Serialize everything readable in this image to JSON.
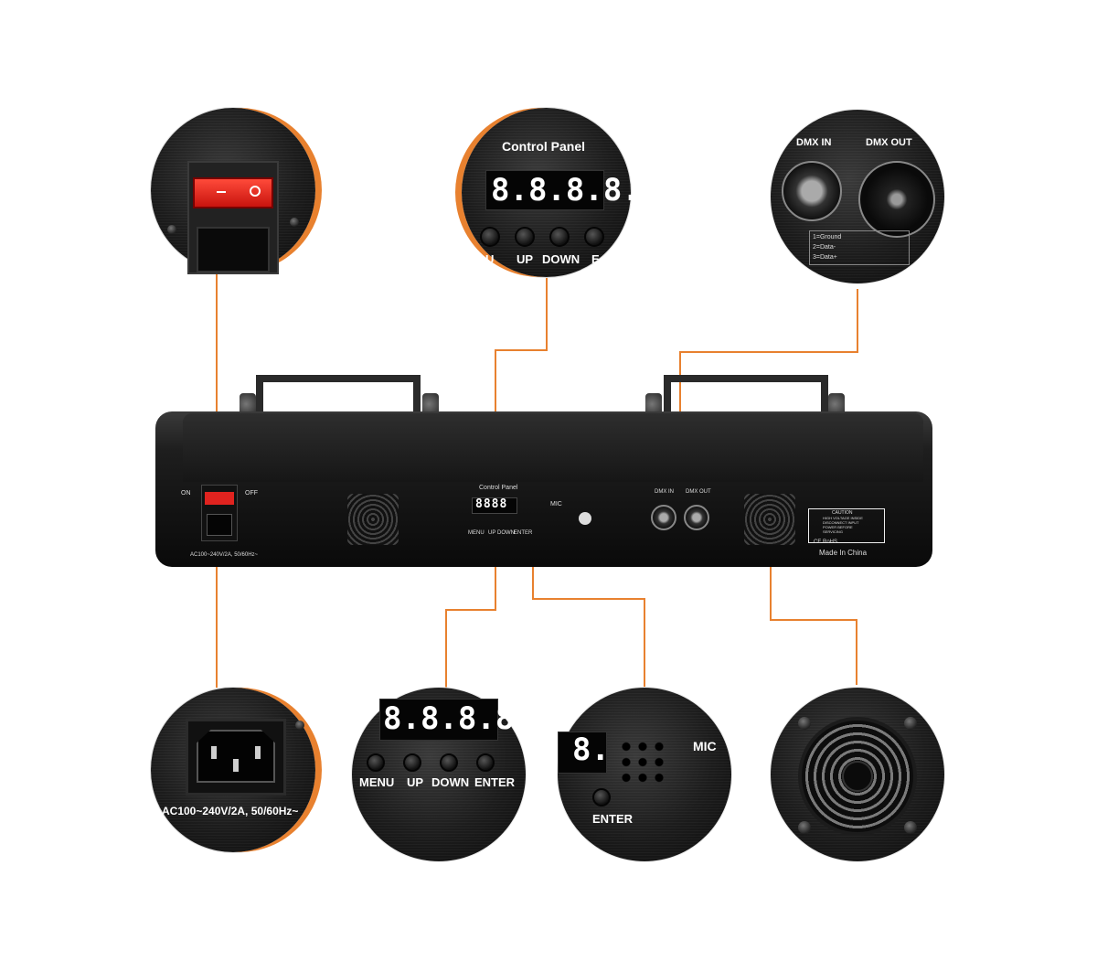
{
  "callouts": {
    "control_panel_title": "Control Panel",
    "display_digits": "8.8.8.8.",
    "panel_buttons_top": [
      "U",
      "UP",
      "DOWN",
      "E"
    ],
    "dmx_in": "DMX IN",
    "dmx_out": "DMX OUT",
    "dmx_wiring": [
      "1=Ground",
      "2=Data-",
      "3=Data+"
    ],
    "power_label": "AC100~240V/2A, 50/60Hz~",
    "buttons_bottom": [
      "MENU",
      "UP",
      "DOWN",
      "ENTER"
    ],
    "mic_label": "MIC",
    "mic_enter": "ENTER",
    "mic_digits": "8."
  },
  "device": {
    "on_label": "ON",
    "off_label": "OFF",
    "power_text": "AC100~240V/2A, 50/60Hz~",
    "control_panel_label": "Control Panel",
    "display": "8888",
    "buttons": [
      "MENU",
      "UP",
      "DOWN",
      "ENTER"
    ],
    "mic": "MIC",
    "dmx_in": "DMX IN",
    "dmx_out": "DMX OUT",
    "caution_title": "CAUTION",
    "caution_lines": [
      "HIGH VOLTAGE INSIDE",
      "DISCONNECT INPUT",
      "POWER BEFORE",
      "SERVICING"
    ],
    "cert": "CE RoHS",
    "made_in": "Made In China"
  },
  "colors": {
    "accent": "#e8812f",
    "switch_red": "#e0231f"
  }
}
